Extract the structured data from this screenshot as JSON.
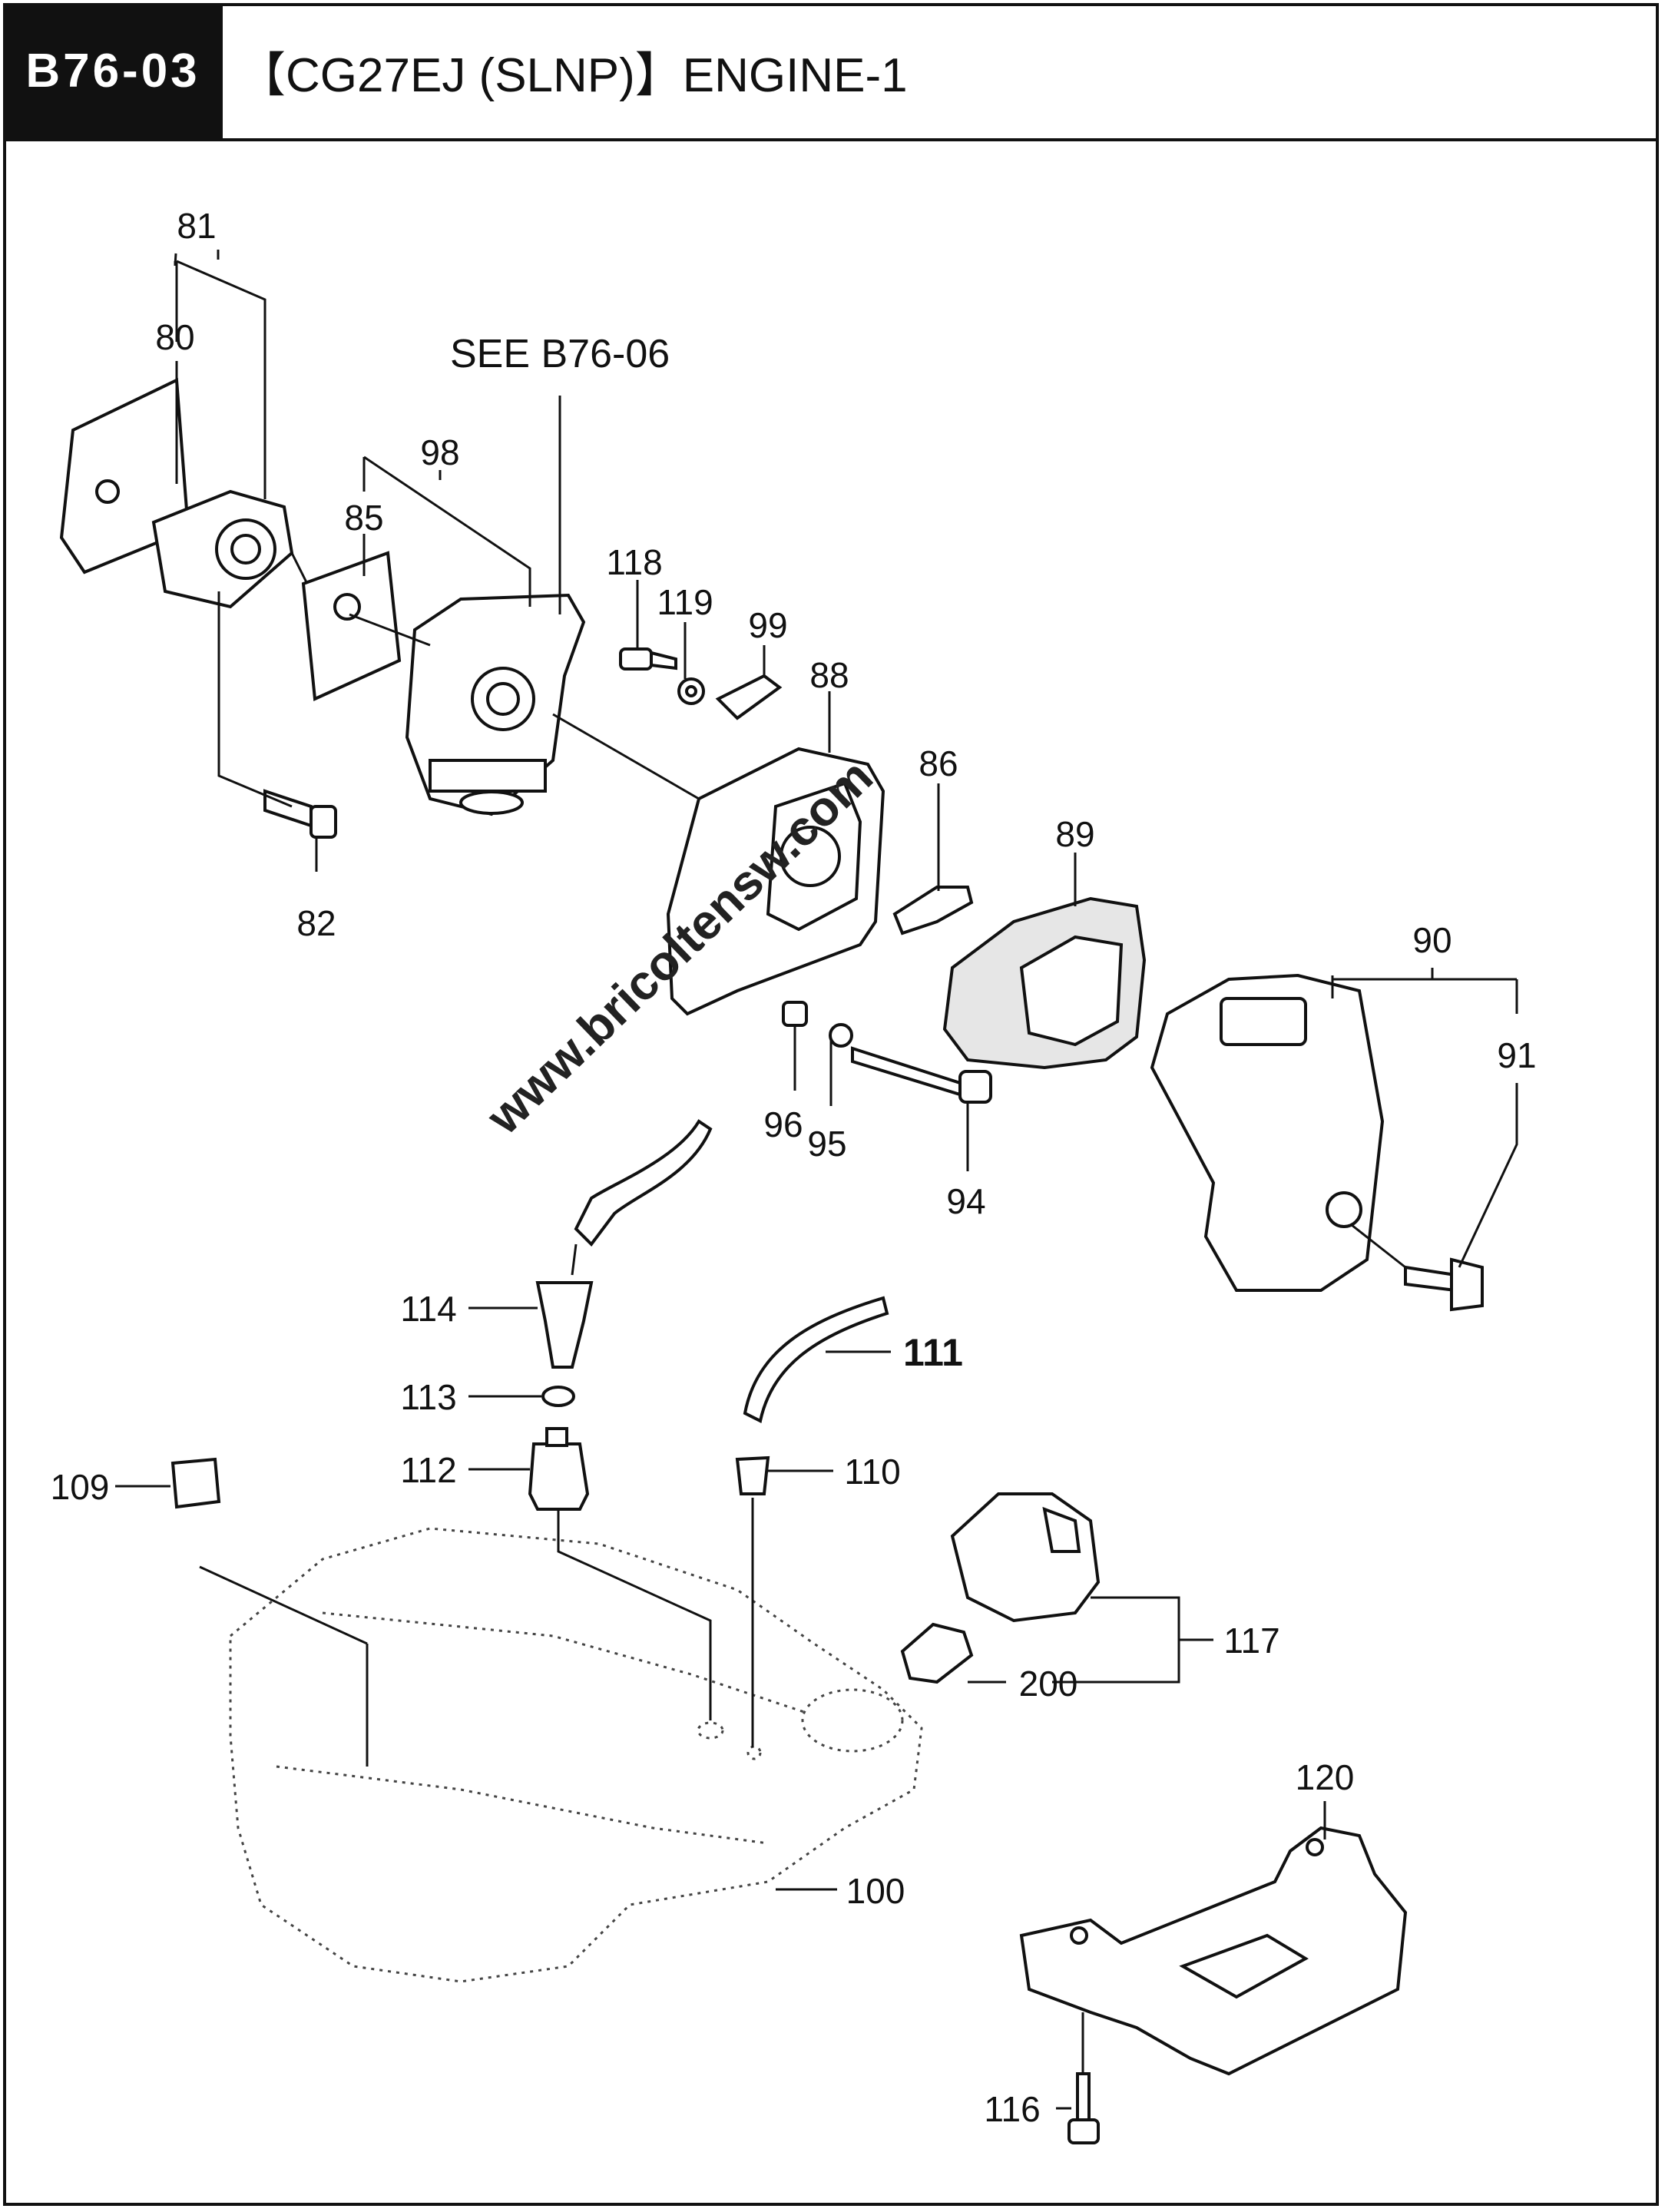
{
  "header": {
    "code": "B76-03",
    "title": "【CG27EJ (SLNP)】ENGINE-1"
  },
  "diagram": {
    "reference_note": "SEE B76-06",
    "watermark": "www.bricoltensw.com",
    "part_labels": {
      "p81": "81",
      "p80": "80",
      "p98": "98",
      "p85": "85",
      "p82": "82",
      "p118": "118",
      "p119": "119",
      "p99": "99",
      "p88": "88",
      "p86": "86",
      "p89": "89",
      "p90": "90",
      "p91": "91",
      "p96": "96",
      "p95": "95",
      "p94": "94",
      "p114": "114",
      "p111": "111",
      "p113": "113",
      "p112": "112",
      "p109": "109",
      "p110": "110",
      "p117": "117",
      "p200": "200",
      "p120": "120",
      "p100": "100",
      "p116": "116"
    }
  }
}
